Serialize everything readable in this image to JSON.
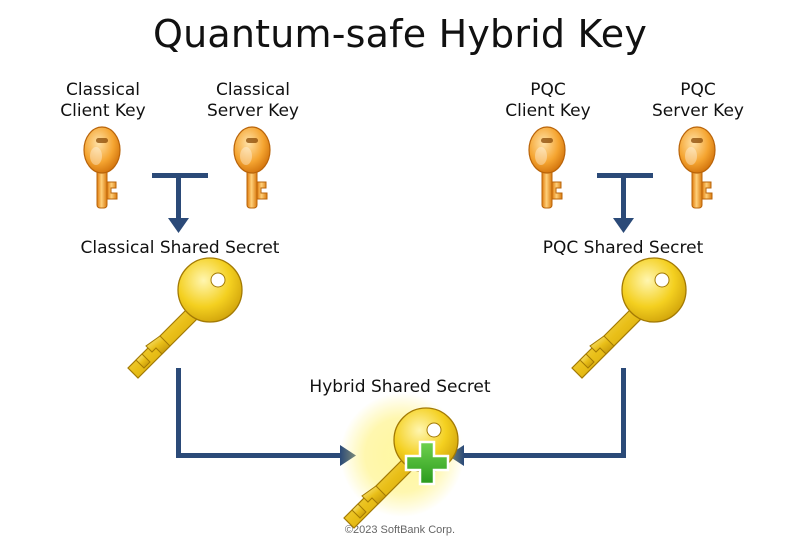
{
  "title": "Quantum-safe Hybrid Key",
  "classical": {
    "client_key": {
      "line1": "Classical",
      "line2": "Client Key"
    },
    "server_key": {
      "line1": "Classical",
      "line2": "Server Key"
    },
    "shared_secret": "Classical Shared Secret"
  },
  "pqc": {
    "client_key": {
      "line1": "PQC",
      "line2": "Client Key"
    },
    "server_key": {
      "line1": "PQC",
      "line2": "Server Key"
    },
    "shared_secret": "PQC Shared Secret"
  },
  "hybrid": {
    "shared_secret": "Hybrid Shared Secret"
  },
  "copyright": "©2023 SoftBank Corp.",
  "colors": {
    "arrow": "#2b4a78",
    "small_key": "#f0a020",
    "large_key": "#f2cc1a",
    "plus": "#3dae2b",
    "glow": "#fff27a"
  }
}
